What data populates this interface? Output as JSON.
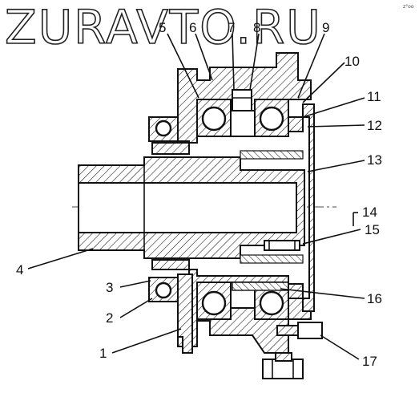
{
  "watermark": "ZURAVTO.RU",
  "corner_mark": "z°oo",
  "callouts": [
    {
      "id": "1",
      "text": "1"
    },
    {
      "id": "2",
      "text": "2"
    },
    {
      "id": "3",
      "text": "3"
    },
    {
      "id": "4",
      "text": "4"
    },
    {
      "id": "5",
      "text": "5"
    },
    {
      "id": "6",
      "text": "6"
    },
    {
      "id": "7",
      "text": "7"
    },
    {
      "id": "8",
      "text": "8"
    },
    {
      "id": "9",
      "text": "9"
    },
    {
      "id": "10",
      "text": "10"
    },
    {
      "id": "11",
      "text": "11"
    },
    {
      "id": "12",
      "text": "12"
    },
    {
      "id": "13",
      "text": "13"
    },
    {
      "id": "14",
      "text": "14"
    },
    {
      "id": "15",
      "text": "15"
    },
    {
      "id": "16",
      "text": "16"
    },
    {
      "id": "17",
      "text": "17"
    }
  ]
}
